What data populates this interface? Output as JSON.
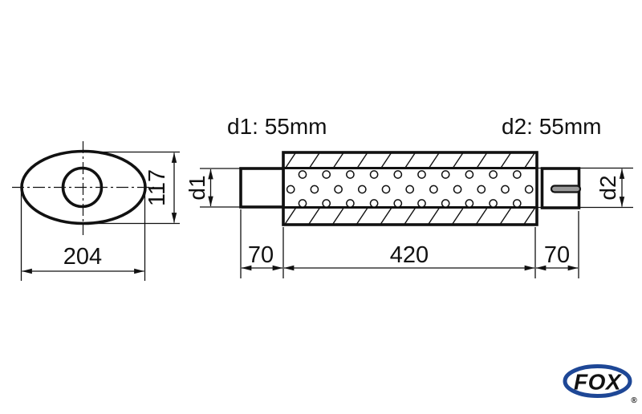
{
  "page": {
    "background_color": "#ffffff",
    "line_color": "#111111"
  },
  "cross_section_view": {
    "width_dim": "204",
    "height_dim": "117"
  },
  "side_view": {
    "inlet_spec_label": "d1: 55mm",
    "outlet_spec_label": "d2: 55mm",
    "inlet_diameter_label": "d1",
    "outlet_diameter_label": "d2",
    "segment_dims": [
      "70",
      "420",
      "70"
    ]
  },
  "logo": {
    "text": "FOX",
    "registered_mark": "®",
    "color": "#1e4796"
  }
}
